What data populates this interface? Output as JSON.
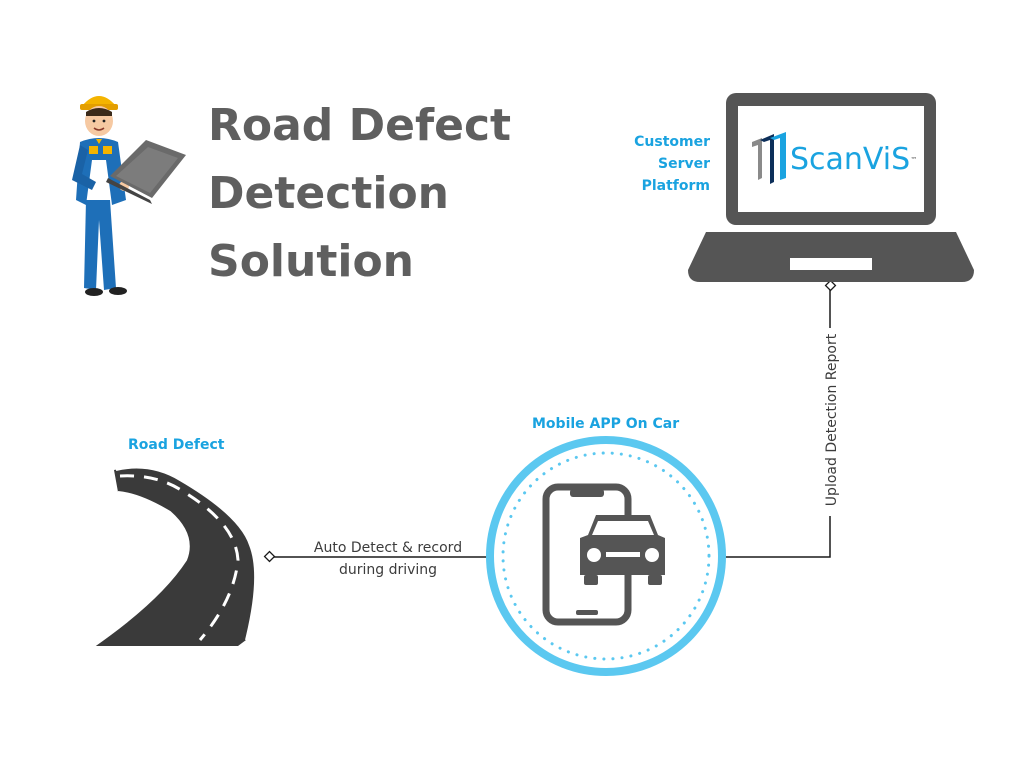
{
  "title": {
    "line1": "Road Defect",
    "line2": "Detection",
    "line3": "Solution"
  },
  "server": {
    "label_line1": "Customer",
    "label_line2": "Server",
    "label_line3": "Platform",
    "logo_text": "ScanViS",
    "logo_tm": "™"
  },
  "road": {
    "label": "Road Defect"
  },
  "mobile": {
    "label": "Mobile APP On Car"
  },
  "connectors": {
    "detect_line1": "Auto Detect & record",
    "detect_line2": "during driving",
    "upload": "Upload Detection Report"
  },
  "colors": {
    "accent": "#1aa3e0",
    "ring": "#5bc8f0",
    "dark": "#555555",
    "title": "#5f5f5f"
  },
  "icons": [
    "engineer-illustration",
    "laptop-icon",
    "road-icon",
    "smartphone-car-icon"
  ]
}
